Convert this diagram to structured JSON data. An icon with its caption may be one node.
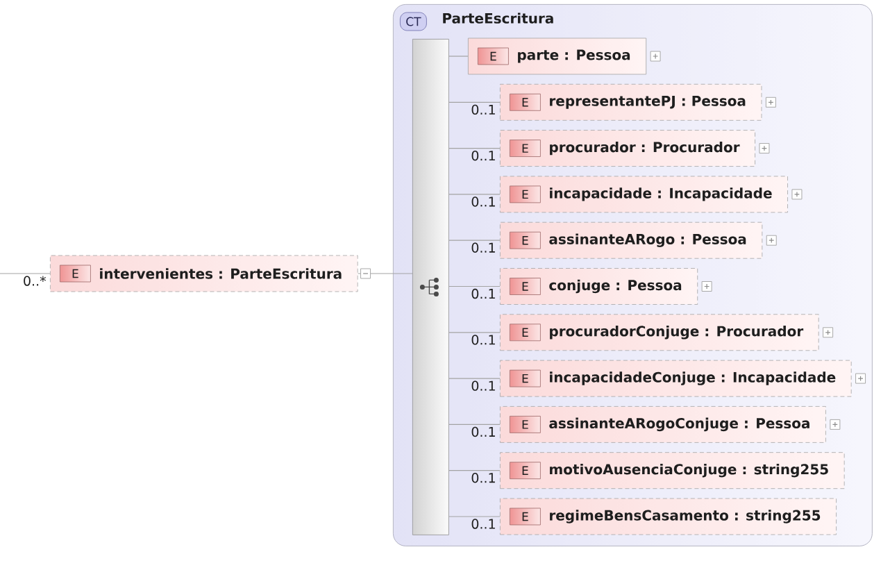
{
  "diagram": {
    "nodes": [
      {
        "text": [
          "intervenientes : ParteEscritura"
        ],
        "beside": [
          "0..*"
        ]
      },
      {
        "text": [
          "E"
        ],
        "in": 0
      },
      {
        "text": [
          "ParteEscritura"
        ]
      },
      {
        "text": [
          "CT"
        ],
        "in": 2
      },
      {
        "text": [],
        "shape": "bar",
        "in": 2
      },
      {
        "text": [
          "parte : Pessoa"
        ],
        "in": 2
      },
      {
        "text": [
          "E"
        ],
        "in": 5
      },
      {
        "text": [
          "representantePJ : Pessoa"
        ],
        "in": 2,
        "beside": [
          "0..1"
        ]
      },
      {
        "text": [
          "E"
        ],
        "in": 7
      },
      {
        "text": [
          "procurador : Procurador"
        ],
        "in": 2,
        "beside": [
          "0..1"
        ]
      },
      {
        "text": [
          "E"
        ],
        "in": 9
      },
      {
        "text": [
          "incapacidade : Incapacidade"
        ],
        "in": 2,
        "beside": [
          "0..1"
        ]
      },
      {
        "text": [
          "E"
        ],
        "in": 11
      },
      {
        "text": [
          "assinanteARogo : Pessoa"
        ],
        "in": 2,
        "beside": [
          "0..1"
        ]
      },
      {
        "text": [
          "E"
        ],
        "in": 13
      },
      {
        "text": [
          "conjuge : Pessoa"
        ],
        "in": 2,
        "beside": [
          "0..1"
        ]
      },
      {
        "text": [
          "E"
        ],
        "in": 15
      },
      {
        "text": [
          "procuradorConjuge : Procurador"
        ],
        "in": 2,
        "beside": [
          "0..1"
        ]
      },
      {
        "text": [
          "E"
        ],
        "in": 17
      },
      {
        "text": [
          "incapacidadeConjuge : Incapacidade"
        ],
        "in": 2,
        "beside": [
          "0..1"
        ]
      },
      {
        "text": [
          "E"
        ],
        "in": 19
      },
      {
        "text": [
          "assinanteARogoConjuge : Pessoa"
        ],
        "in": 2,
        "beside": [
          "0..1"
        ]
      },
      {
        "text": [
          "E"
        ],
        "in": 21
      },
      {
        "text": [
          "motivoAusenciaConjuge : string255"
        ],
        "in": 2,
        "beside": [
          "0..1"
        ]
      },
      {
        "text": [
          "E"
        ],
        "in": 23
      },
      {
        "text": [
          "regimeBensCasamento : string255"
        ],
        "in": 2,
        "beside": [
          "0..1"
        ]
      },
      {
        "text": [
          "E"
        ],
        "in": 25
      }
    ],
    "edges": [
      {
        "from": null,
        "to": 0,
        "arrow": "none"
      },
      {
        "from": 0,
        "to": 4,
        "arrow": "none"
      },
      {
        "from": 4,
        "to": 5,
        "arrow": "none"
      },
      {
        "from": 4,
        "to": 7,
        "arrow": "none"
      },
      {
        "from": 4,
        "to": 9,
        "arrow": "none"
      },
      {
        "from": 4,
        "to": 11,
        "arrow": "none"
      },
      {
        "from": 4,
        "to": 13,
        "arrow": "none"
      },
      {
        "from": 4,
        "to": 15,
        "arrow": "none"
      },
      {
        "from": 4,
        "to": 17,
        "arrow": "none"
      },
      {
        "from": 4,
        "to": 19,
        "arrow": "none"
      },
      {
        "from": 4,
        "to": 21,
        "arrow": "none"
      },
      {
        "from": 4,
        "to": 23,
        "arrow": "none"
      },
      {
        "from": 4,
        "to": 25,
        "arrow": "none"
      }
    ]
  }
}
